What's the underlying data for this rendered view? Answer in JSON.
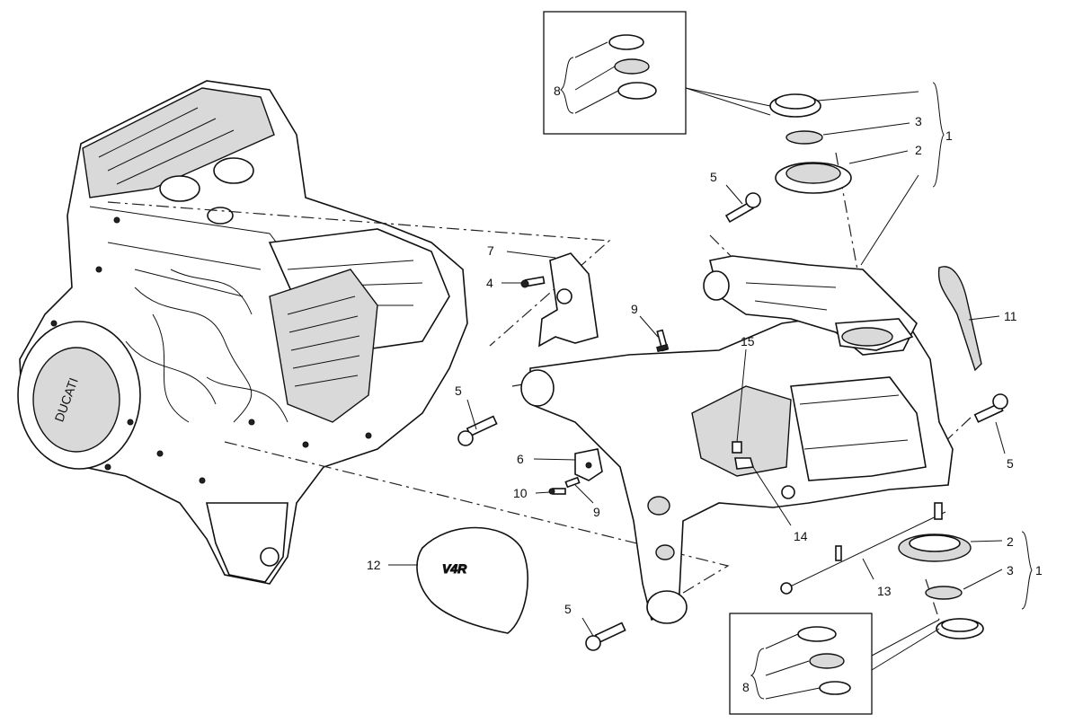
{
  "callouts": {
    "c1_top": "1",
    "c2_top": "2",
    "c3_top": "3",
    "c8_top": "8",
    "c5_a": "5",
    "c7": "7",
    "c4": "4",
    "c9_a": "9",
    "c11": "11",
    "c15": "15",
    "c5_b": "5",
    "c5_c": "5",
    "c6": "6",
    "c10": "10",
    "c9_b": "9",
    "c14": "14",
    "c12": "12",
    "c13": "13",
    "c2_bot": "2",
    "c3_bot": "3",
    "c1_bot": "1",
    "c5_d": "5",
    "c8_bot": "8"
  },
  "cover_marking": "V4R",
  "case_marking": "DUCATI"
}
